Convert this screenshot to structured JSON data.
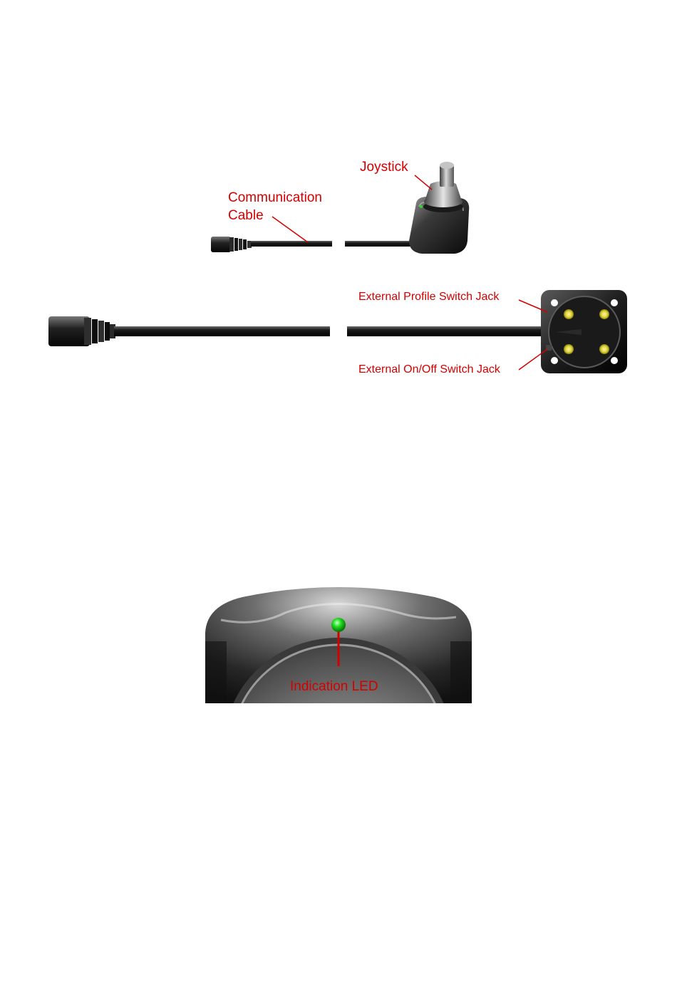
{
  "figure_top": {
    "labels": {
      "joystick": "Joystick",
      "communication_cable_line1": "Communication",
      "communication_cable_line2": "Cable"
    }
  },
  "figure_middle": {
    "labels": {
      "external_profile_switch_jack": "External Profile Switch Jack",
      "external_onoff_switch_jack": "External On/Off Switch Jack"
    }
  },
  "figure_bottom": {
    "labels": {
      "indication_led": "Indication LED"
    }
  },
  "colors": {
    "callout": "#d40000",
    "led": "#22e022",
    "bolt": "#e0d63a"
  }
}
